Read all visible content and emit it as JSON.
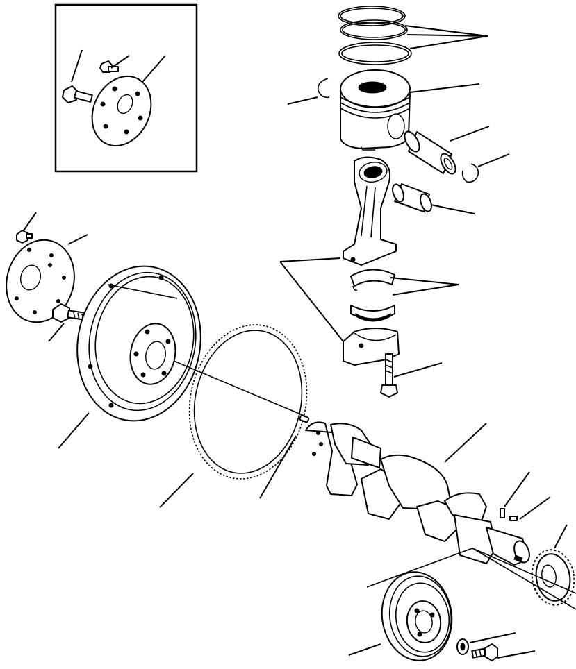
{
  "figure": {
    "kind": "exploded-parts-diagram",
    "text_labels": [],
    "colors": {
      "line": "#000000",
      "background": "#ffffff"
    }
  },
  "parts": [
    {
      "name": "piston-ring-set"
    },
    {
      "name": "piston"
    },
    {
      "name": "piston-pin-snap-ring-left"
    },
    {
      "name": "piston-pin"
    },
    {
      "name": "piston-pin-snap-ring-right"
    },
    {
      "name": "connecting-rod"
    },
    {
      "name": "connecting-rod-bushing"
    },
    {
      "name": "connecting-rod-bearing-set"
    },
    {
      "name": "connecting-rod-cap"
    },
    {
      "name": "connecting-rod-bolt"
    },
    {
      "name": "flexplate"
    },
    {
      "name": "flexplate-bolt"
    },
    {
      "name": "flexplate-washer"
    },
    {
      "name": "flywheel"
    },
    {
      "name": "flywheel-bolt"
    },
    {
      "name": "ring-gear"
    },
    {
      "name": "dowel-pin"
    },
    {
      "name": "crankshaft"
    },
    {
      "name": "woodruff-key"
    },
    {
      "name": "key"
    },
    {
      "name": "crankshaft-gear"
    },
    {
      "name": "crankshaft-pulley"
    },
    {
      "name": "pulley-washer"
    },
    {
      "name": "pulley-bolt"
    }
  ]
}
